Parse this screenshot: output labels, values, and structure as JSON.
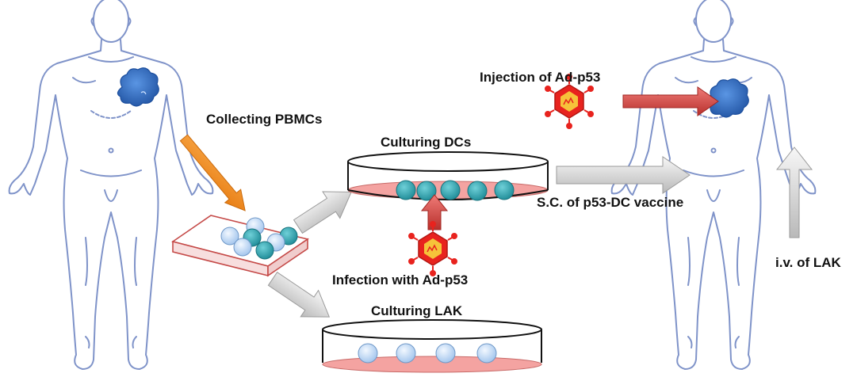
{
  "labels": {
    "collecting": "Collecting PBMCs",
    "culturing_dcs": "Culturing DCs",
    "infection": "Infection with Ad-p53",
    "culturing_lak": "Culturing LAK",
    "injection": "Injection of Ad-p53",
    "sc_vaccine": "S.C. of p53-DC vaccine",
    "iv_lak": "i.v. of LAK"
  },
  "colors": {
    "outline": "#7f93c9",
    "tumor": "#2f6fc9",
    "cell_teal": "#2f9fab",
    "cell_light": "#b9d6f3",
    "dish_medium": "#f4a3a1",
    "virus": "#e8231e",
    "arrow_orange": "#f0861c",
    "arrow_red": "#d64440",
    "arrow_gray": "#cfcfcf"
  },
  "icons": [
    "human-body-outline",
    "tumor-cell",
    "virus-icon",
    "culture-dish",
    "culture-plate"
  ]
}
